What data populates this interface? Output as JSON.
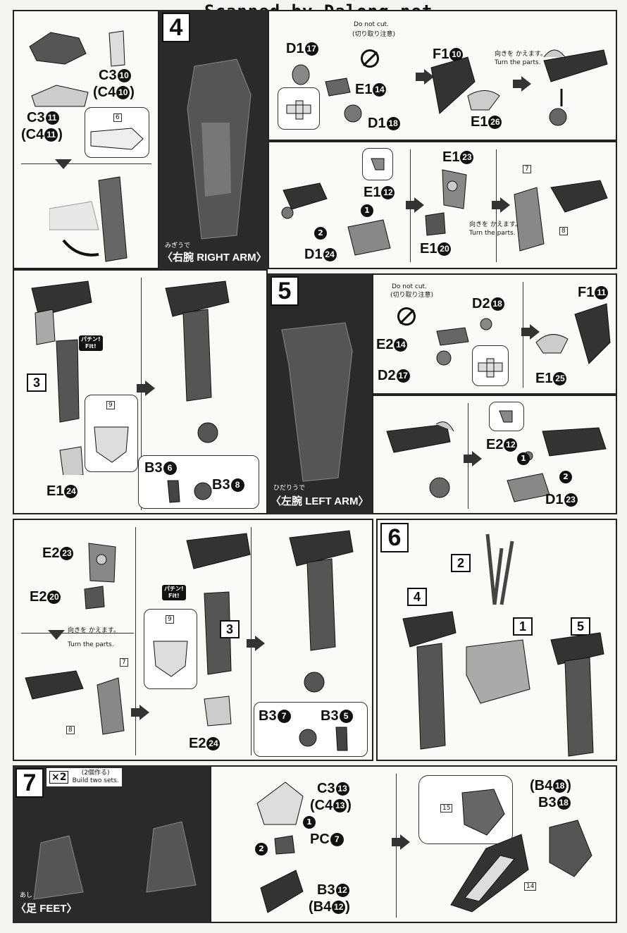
{
  "header": {
    "watermark": "Scanned by Dalong.net"
  },
  "step4": {
    "number": "4",
    "title_jp": "右腕",
    "title_ruby": "みぎうで",
    "title_en": "RIGHT ARM",
    "left": {
      "label_c3_10": "C3",
      "label_c4_10": "(C4",
      "label_c3_11": "C3",
      "label_c4_11": "(C4",
      "ref6": "6"
    },
    "top": {
      "nocut_en": "Do not cut.",
      "nocut_jp": "(切り取り注意)",
      "d1_17": "D1",
      "e1_14": "E1",
      "d1_18": "D1",
      "f1_10": "F1",
      "e1_26": "E1",
      "turn_jp": "向きを かえます。",
      "turn_en": "Turn the parts."
    },
    "bottom": {
      "e1_12": "E1",
      "d1_24": "D1",
      "e1_23": "E1",
      "e1_20": "E1",
      "turn_jp": "向きを かえます。",
      "turn_en": "Turn the parts.",
      "ref7": "7",
      "ref8": "8"
    },
    "row3": {
      "sub": "3",
      "fit_jp": "パチン!",
      "fit_en": "Fit!",
      "ref9": "9",
      "e1_24": "E1",
      "b3_6": "B3",
      "b3_8": "B3"
    }
  },
  "step5": {
    "number": "5",
    "title_jp": "左腕",
    "title_ruby": "ひだりうで",
    "title_en": "LEFT ARM",
    "top": {
      "nocut_en": "Do not cut.",
      "nocut_jp": "(切り取り注意)",
      "d2_18": "D2",
      "e2_14": "E2",
      "d2_17": "D2",
      "f1_11": "F1",
      "e1_25": "E1"
    },
    "bottom": {
      "e2_12": "E2",
      "d1_23": "D1"
    },
    "row": {
      "e2_23": "E2",
      "e2_20": "E2",
      "turn_jp": "向きを かえます。",
      "turn_en": "Turn the parts.",
      "ref7": "7",
      "ref8": "8",
      "fit_jp": "パチン!",
      "fit_en": "Fit!",
      "ref9": "9",
      "sub": "3",
      "e2_24": "E2",
      "b3_7": "B3",
      "b3_5": "B3"
    }
  },
  "step6": {
    "number": "6",
    "p1": "1",
    "p2": "2",
    "p4": "4",
    "p5": "5"
  },
  "step7": {
    "number": "7",
    "times": "×2",
    "times_jp": "(2個作る)",
    "times_en": "Build two sets.",
    "title_jp": "足",
    "title_ruby": "あし",
    "title_en": "FEET",
    "c3_13": "C3",
    "c4_13": "(C4",
    "pc7": "PC",
    "b3_12": "B3",
    "b4_12": "(B4",
    "b4_18": "(B4",
    "b3_18": "B3",
    "ref15": "15",
    "ref14": "14"
  },
  "circled": {
    "n5": "5",
    "n6": "6",
    "n7": "7",
    "n8": "8",
    "n10": "10",
    "n11": "11",
    "n12": "12",
    "n13": "13",
    "n14": "14",
    "n17": "17",
    "n18": "18",
    "n20": "20",
    "n23": "23",
    "n24": "24",
    "n25": "25",
    "n26": "26"
  }
}
